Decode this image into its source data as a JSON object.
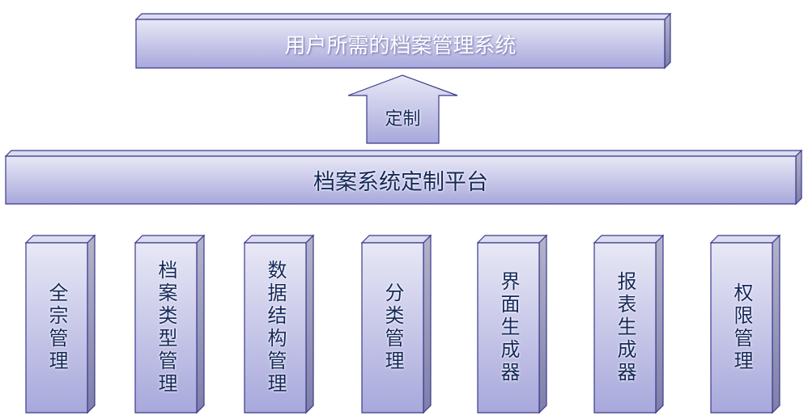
{
  "top_system": {
    "label": "用户所需的档案管理系统"
  },
  "arrow": {
    "label": "定制"
  },
  "platform": {
    "label": "档案系统定制平台"
  },
  "modules": [
    {
      "label": "全宗管理"
    },
    {
      "label": "档案类型管理"
    },
    {
      "label": "数据结构管理"
    },
    {
      "label": "分类管理"
    },
    {
      "label": "界面生成器"
    },
    {
      "label": "报表生成器"
    },
    {
      "label": "权限管理"
    }
  ],
  "colors": {
    "fill_top": "#e8e8f6",
    "fill_bottom": "#a8a8dc",
    "border": "#3a3a8c",
    "side": "#9494b8",
    "text": "#14285a"
  }
}
